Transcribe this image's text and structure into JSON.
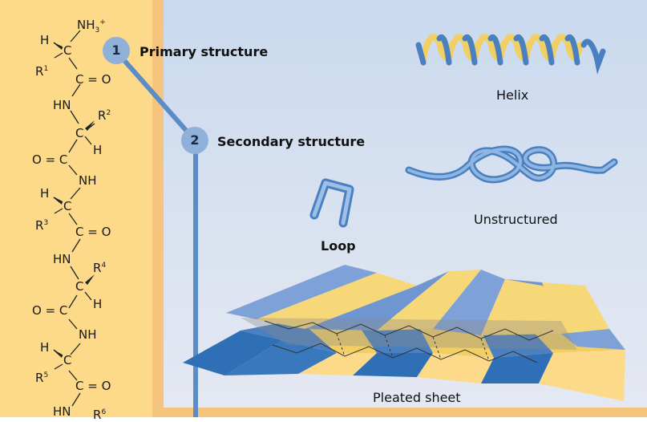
{
  "levels": [
    {
      "number": "1",
      "label": "Primary structure"
    },
    {
      "number": "2",
      "label": "Secondary structure"
    }
  ],
  "elements": {
    "helix": "Helix",
    "unstructured": "Unstructured",
    "loop": "Loop",
    "pleated_sheet": "Pleated sheet"
  },
  "chain": {
    "nh3": "NH",
    "nh3_sub": "3",
    "nh3_sup": "+",
    "h": "H",
    "c": "C",
    "co": "C = O",
    "o_eq_c": "O = C",
    "hn": "HN",
    "nh": "NH",
    "r": "R",
    "r1": "1",
    "r2": "2",
    "r3": "3",
    "r4": "4",
    "r5": "5",
    "r6": "6"
  },
  "colors": {
    "background_left": "#fdd98a",
    "background_right": "#d3dfef",
    "connector": "#5a8cc6",
    "badge": "#8fb0d9",
    "blue_strand": "#4a80c0",
    "yellow_strand": "#f3cf63"
  }
}
